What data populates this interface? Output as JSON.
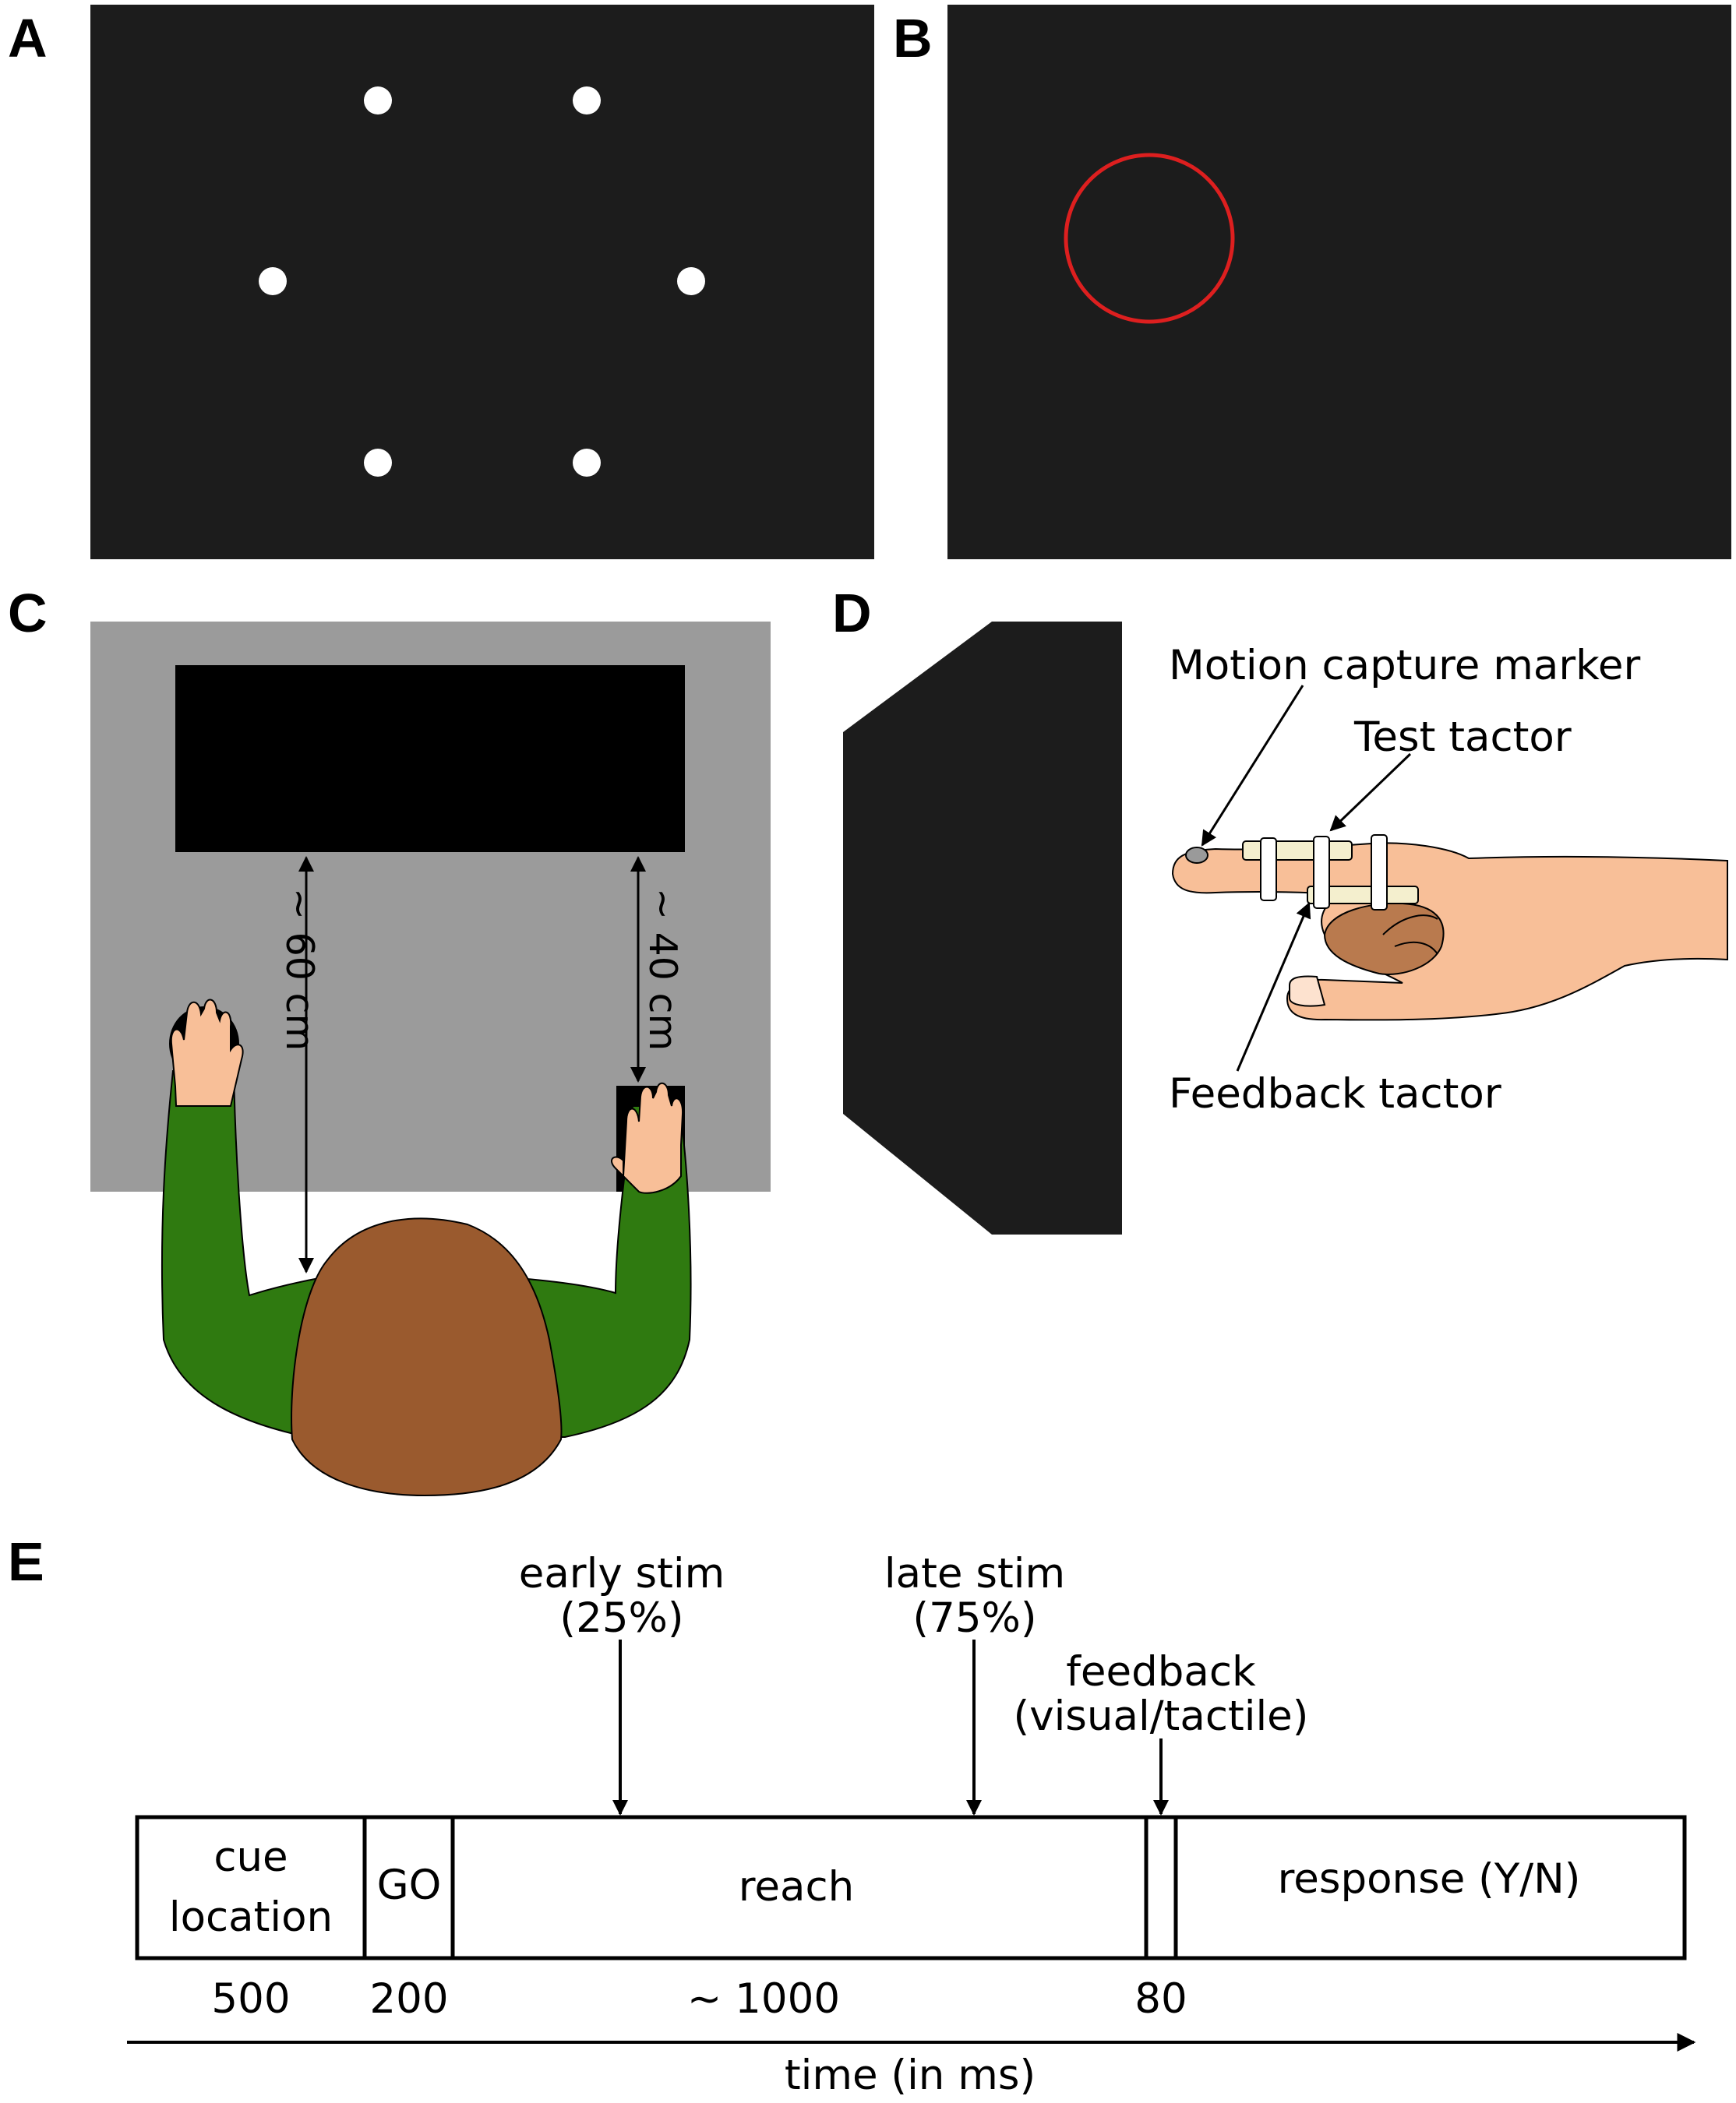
{
  "panel_labels": {
    "a": "A",
    "b": "B",
    "c": "C",
    "d": "D",
    "e": "E"
  },
  "colors": {
    "screen": "#1c1c1c",
    "dot": "#ffffff",
    "target_ring": "#dd1f1f",
    "table": "#9b9b9b",
    "monitor": "#000000",
    "sweater": "#2f7a10",
    "hair": "#9a5a2e",
    "skin": "#f8bf98",
    "tactor": "#f4efce"
  },
  "panel_a": {
    "target_count": 6,
    "description_icon": "target-dots-icon"
  },
  "panel_b": {
    "ring_icon": "target-ring-icon"
  },
  "panel_c": {
    "distance_monitor": "~ 60 cm",
    "distance_start": "~ 40 cm"
  },
  "panel_d": {
    "marker_label": "Motion capture marker",
    "test_label": "Test tactor",
    "feedback_label": "Feedback tactor"
  },
  "panel_e": {
    "events": {
      "early_line1": "early stim",
      "early_line2": "(25%)",
      "late_line1": "late stim",
      "late_line2": "(75%)",
      "feedback_line1": "feedback",
      "feedback_line2": "(visual/tactile)"
    },
    "phases": {
      "cue_line1": "cue",
      "cue_line2": "location",
      "go": "GO",
      "reach": "reach",
      "response": "response (Y/N)"
    },
    "durations": {
      "cue": "500",
      "go": "200",
      "reach": "~ 1000",
      "feedback": "80"
    },
    "axis_label": "time (in ms)"
  }
}
